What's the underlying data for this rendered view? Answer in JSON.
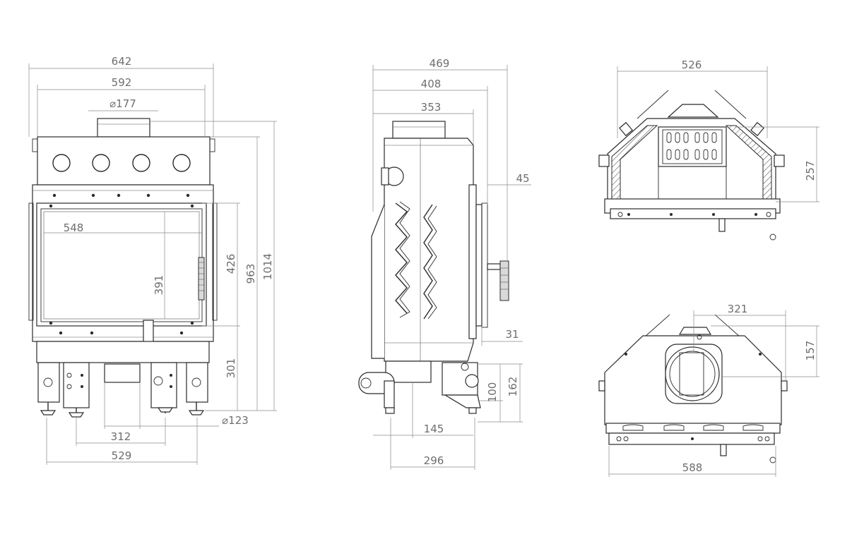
{
  "dimensions": {
    "front": {
      "overall_width": "642",
      "body_width": "592",
      "flue_diameter": "⌀177",
      "glass_width": "548",
      "glass_height": "391",
      "door_height": "426",
      "height_963": "963",
      "height_1014": "1014",
      "leg_height": "301",
      "inlet_diameter": "⌀123",
      "leg_spacing": "312",
      "base_width": "529"
    },
    "side": {
      "overall_depth": "469",
      "depth_408": "408",
      "depth_353": "353",
      "door_offset": "45",
      "frame_offset": "31",
      "height_162": "162",
      "height_100": "100",
      "depth_145": "145",
      "depth_296": "296"
    },
    "top": {
      "width": "526",
      "depth": "257"
    },
    "bottom": {
      "offset": "321",
      "depth": "157",
      "width": "588"
    }
  }
}
